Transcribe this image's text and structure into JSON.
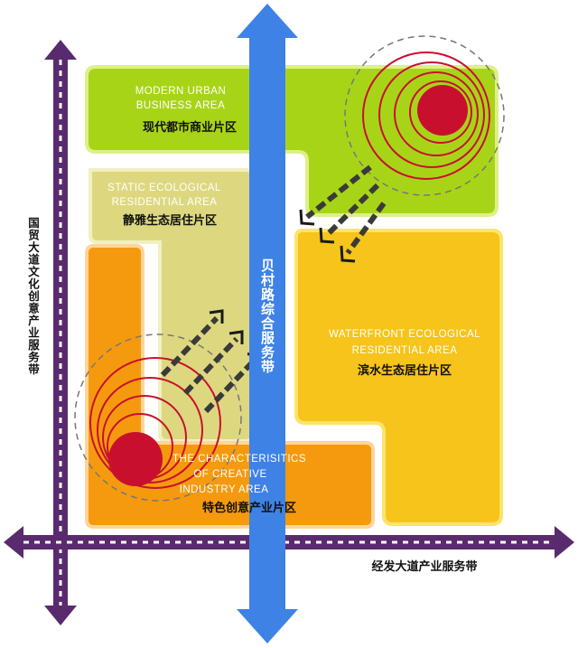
{
  "zones": {
    "business": {
      "en1": "MODERN URBAN",
      "en2": "BUSINESS AREA",
      "zh": "现代都市商业片区",
      "color": "#a8d418"
    },
    "static": {
      "en1": "STATIC ECOLOGICAL",
      "en2": "RESIDENTIAL  AREA",
      "zh": "静雅生态居住片区",
      "color": "#ddd880"
    },
    "waterfront": {
      "en1": "WATERFRONT ECOLOGICAL",
      "en2": "RESIDENTIAL AREA",
      "zh": "滨水生态居住片区",
      "color": "#f6c41a"
    },
    "creative": {
      "en1": "THE CHARACTERISITICS",
      "en2": "OF CREATIVE",
      "en3": "INDUSTRY AREA",
      "zh": "特色创意产业片区",
      "color": "#f59a0e"
    }
  },
  "corridors": {
    "center": {
      "label": "贝村路综合服务带",
      "color": "#3e82e6"
    },
    "left": {
      "label": "国贸大道文化创意产业服务带",
      "color": "#5a2a6e"
    },
    "bottom": {
      "label": "经发大道产业服务带",
      "color": "#5a2a6e"
    }
  },
  "accent_colors": {
    "radiation_circle": "#c8102e",
    "flow_arrow": "#3a3a3a"
  }
}
